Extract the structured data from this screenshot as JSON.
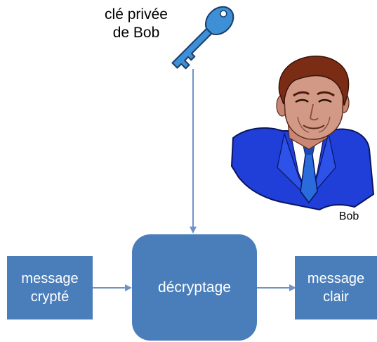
{
  "key_label": "clé privée\nde Bob",
  "person_label": "Bob",
  "nodes": {
    "input": "message\ncrypté",
    "process": "décryptage",
    "output": "message\nclair"
  },
  "colors": {
    "box_fill": "#4a7ebb",
    "arrow": "#6d93c8",
    "key": "#3d8fd6",
    "suit": "#1f3fd8",
    "tie": "#2a6cdc",
    "hair": "#7a2c14",
    "skin": "#d29a86"
  },
  "icons": [
    "key-icon",
    "bob-portrait"
  ]
}
